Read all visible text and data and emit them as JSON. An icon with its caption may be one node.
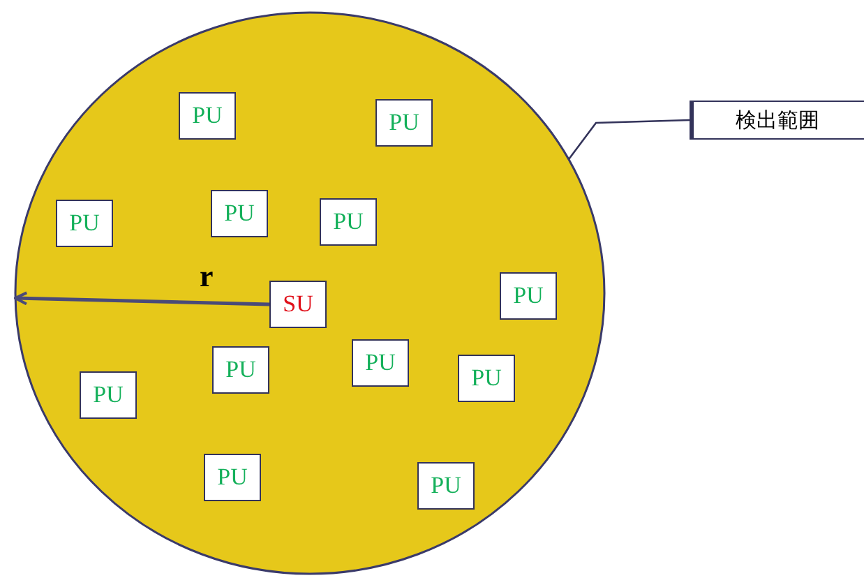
{
  "diagram": {
    "nodes": [
      {
        "text": [],
        "shape": "circle"
      },
      {
        "text": [
          "PU"
        ],
        "in": 0
      },
      {
        "text": [
          "PU"
        ],
        "in": 0
      },
      {
        "text": [
          "PU"
        ],
        "in": 0
      },
      {
        "text": [
          "PU"
        ],
        "in": 0
      },
      {
        "text": [
          "PU"
        ],
        "in": 0
      },
      {
        "text": [
          "PU"
        ],
        "in": 0
      },
      {
        "text": [
          "SU"
        ],
        "in": 0
      },
      {
        "text": [
          "PU"
        ],
        "in": 0
      },
      {
        "text": [
          "PU"
        ],
        "in": 0
      },
      {
        "text": [
          "PU"
        ],
        "in": 0
      },
      {
        "text": [
          "PU"
        ],
        "in": 0
      },
      {
        "text": [
          "PU"
        ],
        "in": 0
      },
      {
        "text": [
          "PU"
        ],
        "in": 0
      },
      {
        "text": [
          "検出範囲"
        ]
      }
    ],
    "edges": [
      {
        "from": 7,
        "to": 0,
        "arrow": "to",
        "label": "r"
      },
      {
        "from": 14,
        "to": 0,
        "arrow": "none"
      }
    ]
  }
}
